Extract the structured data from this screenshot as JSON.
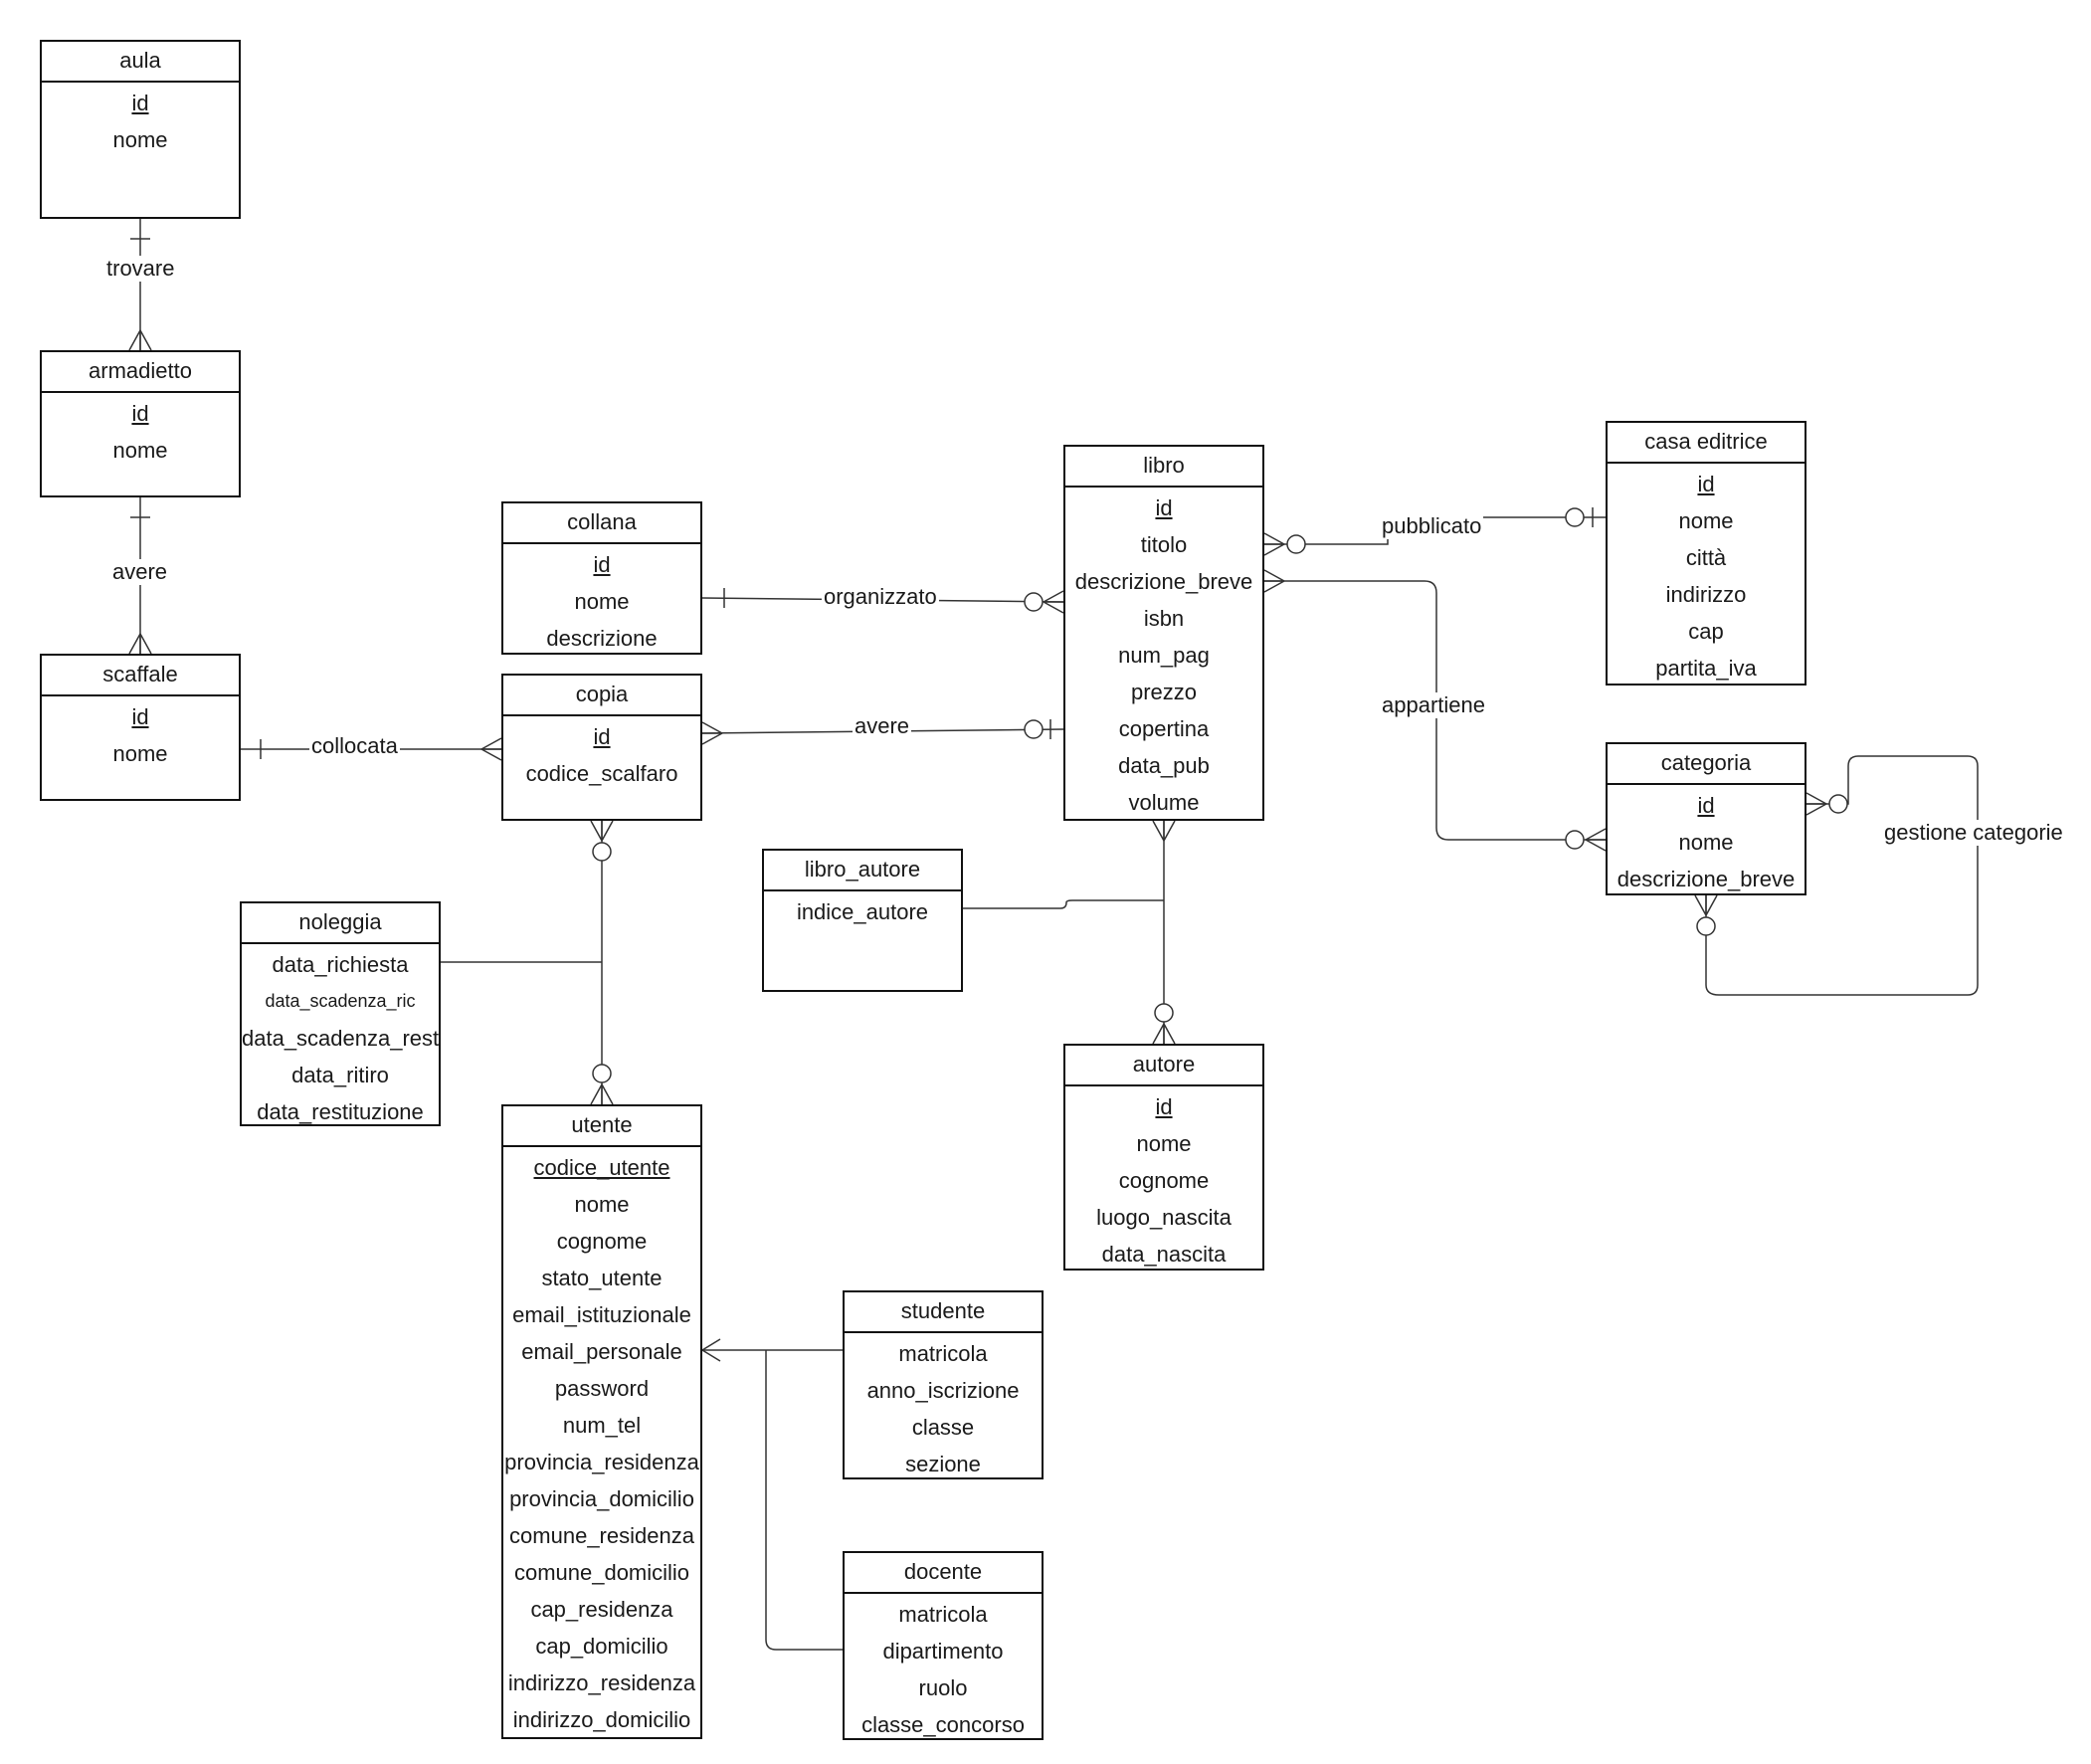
{
  "entities": {
    "aula": {
      "title": "aula",
      "attributes": [
        {
          "text": "id",
          "pk": true
        },
        {
          "text": "nome"
        }
      ]
    },
    "armadietto": {
      "title": "armadietto",
      "attributes": [
        {
          "text": "id",
          "pk": true
        },
        {
          "text": "nome"
        }
      ]
    },
    "scaffale": {
      "title": "scaffale",
      "attributes": [
        {
          "text": "id",
          "pk": true
        },
        {
          "text": "nome"
        }
      ]
    },
    "collana": {
      "title": "collana",
      "attributes": [
        {
          "text": "id",
          "pk": true
        },
        {
          "text": "nome"
        },
        {
          "text": "descrizione"
        }
      ]
    },
    "copia": {
      "title": "copia",
      "attributes": [
        {
          "text": "id",
          "pk": true
        },
        {
          "text": "codice_scalfaro"
        }
      ]
    },
    "libro": {
      "title": "libro",
      "attributes": [
        {
          "text": "id",
          "pk": true
        },
        {
          "text": "titolo"
        },
        {
          "text": "descrizione_breve"
        },
        {
          "text": "isbn"
        },
        {
          "text": "num_pag"
        },
        {
          "text": "prezzo"
        },
        {
          "text": "copertina"
        },
        {
          "text": "data_pub"
        },
        {
          "text": "volume"
        }
      ]
    },
    "casa_editrice": {
      "title": "casa editrice",
      "attributes": [
        {
          "text": "id",
          "pk": true
        },
        {
          "text": "nome"
        },
        {
          "text": "città"
        },
        {
          "text": "indirizzo"
        },
        {
          "text": "cap"
        },
        {
          "text": "partita_iva"
        }
      ]
    },
    "categoria": {
      "title": "categoria",
      "attributes": [
        {
          "text": "id",
          "pk": true
        },
        {
          "text": "nome"
        },
        {
          "text": "descrizione_breve"
        }
      ]
    },
    "libro_autore": {
      "title": "libro_autore",
      "attributes": [
        {
          "text": "indice_autore"
        }
      ]
    },
    "noleggia": {
      "title": "noleggia",
      "attributes": [
        {
          "text": "data_richiesta"
        },
        {
          "text": "data_scadenza_ric",
          "small": true
        },
        {
          "text": "data_scadenza_rest"
        },
        {
          "text": "data_ritiro"
        },
        {
          "text": "data_restituzione"
        }
      ]
    },
    "autore": {
      "title": "autore",
      "attributes": [
        {
          "text": "id",
          "pk": true
        },
        {
          "text": "nome"
        },
        {
          "text": "cognome"
        },
        {
          "text": "luogo_nascita"
        },
        {
          "text": "data_nascita"
        }
      ]
    },
    "utente": {
      "title": "utente",
      "attributes": [
        {
          "text": "codice_utente",
          "pk": true
        },
        {
          "text": "nome"
        },
        {
          "text": "cognome"
        },
        {
          "text": "stato_utente"
        },
        {
          "text": "email_istituzionale"
        },
        {
          "text": "email_personale"
        },
        {
          "text": "password"
        },
        {
          "text": "num_tel"
        },
        {
          "text": "provincia_residenza"
        },
        {
          "text": "provincia_domicilio"
        },
        {
          "text": "comune_residenza"
        },
        {
          "text": "comune_domicilio"
        },
        {
          "text": "cap_residenza"
        },
        {
          "text": "cap_domicilio"
        },
        {
          "text": "indirizzo_residenza"
        },
        {
          "text": "indirizzo_domicilio"
        }
      ]
    },
    "studente": {
      "title": "studente",
      "attributes": [
        {
          "text": "matricola"
        },
        {
          "text": "anno_iscrizione"
        },
        {
          "text": "classe"
        },
        {
          "text": "sezione"
        }
      ]
    },
    "docente": {
      "title": "docente",
      "attributes": [
        {
          "text": "matricola"
        },
        {
          "text": "dipartimento"
        },
        {
          "text": "ruolo"
        },
        {
          "text": "classe_concorso"
        }
      ]
    }
  },
  "relationships": {
    "trovare": "trovare",
    "avere_armadietto_scaffale": "avere",
    "collocata": "collocata",
    "organizzato": "organizzato",
    "avere_copia_libro": "avere",
    "pubblicato": "pubblicato",
    "appartiene": "appartiene",
    "gestione_categorie": "gestione categorie"
  }
}
